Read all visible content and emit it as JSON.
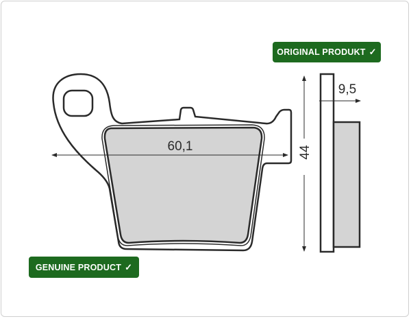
{
  "badges": {
    "original": {
      "label": "ORIGINAL PRODUKT",
      "icon": "check-icon"
    },
    "genuine": {
      "label": "GENUINE PRODUCT",
      "icon": "check-icon"
    }
  },
  "dimensions": {
    "width": "60,1",
    "height": "44",
    "thickness": "9,5"
  },
  "colors": {
    "badge": "#1d6a1f",
    "pad_fill": "#d4d4d4",
    "line": "#2a2a2a"
  }
}
